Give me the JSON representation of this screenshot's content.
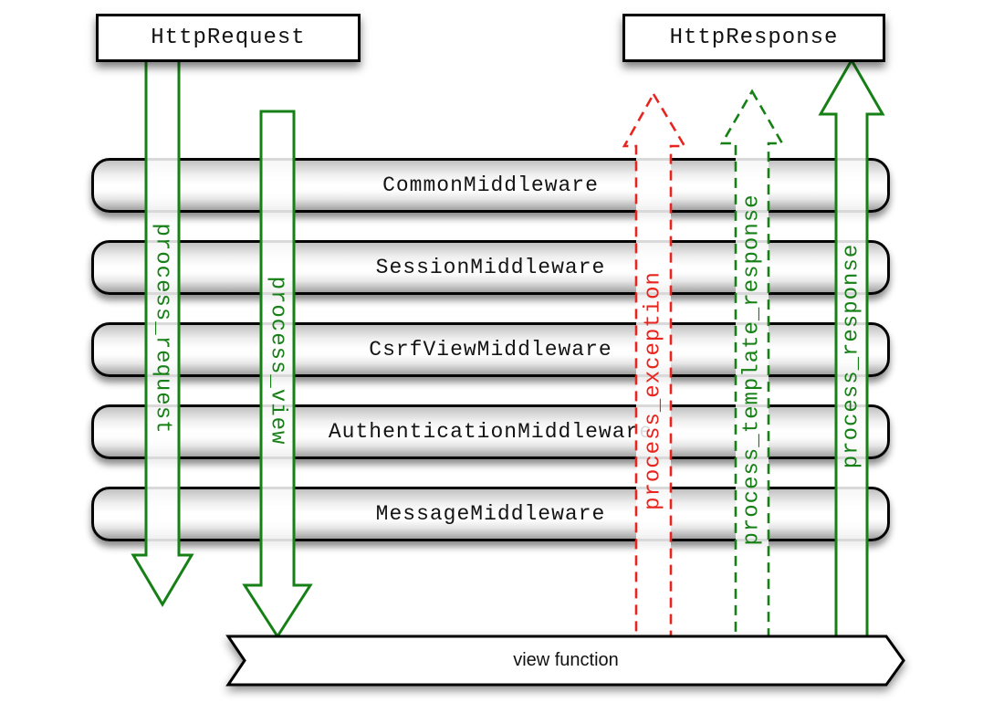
{
  "nodes": {
    "http_request": "HttpRequest",
    "http_response": "HttpResponse",
    "view_function": "view function"
  },
  "middlewares": [
    "CommonMiddleware",
    "SessionMiddleware",
    "CsrfViewMiddleware",
    "AuthenticationMiddleware",
    "MessageMiddleware"
  ],
  "arrows": [
    {
      "label": "process_request",
      "direction": "down",
      "style": "solid",
      "color": "#168016"
    },
    {
      "label": "process_view",
      "direction": "down",
      "style": "solid",
      "color": "#168016"
    },
    {
      "label": "process_exception",
      "direction": "up",
      "style": "dashed",
      "color": "#e8241e"
    },
    {
      "label": "process_template_response",
      "direction": "up",
      "style": "dashed",
      "color": "#168016"
    },
    {
      "label": "process_response",
      "direction": "up",
      "style": "solid",
      "color": "#168016"
    }
  ],
  "colors": {
    "green": "#168016",
    "red": "#e8241e",
    "bar_border": "#050505",
    "text": "#141414",
    "background": "#ffffff"
  }
}
